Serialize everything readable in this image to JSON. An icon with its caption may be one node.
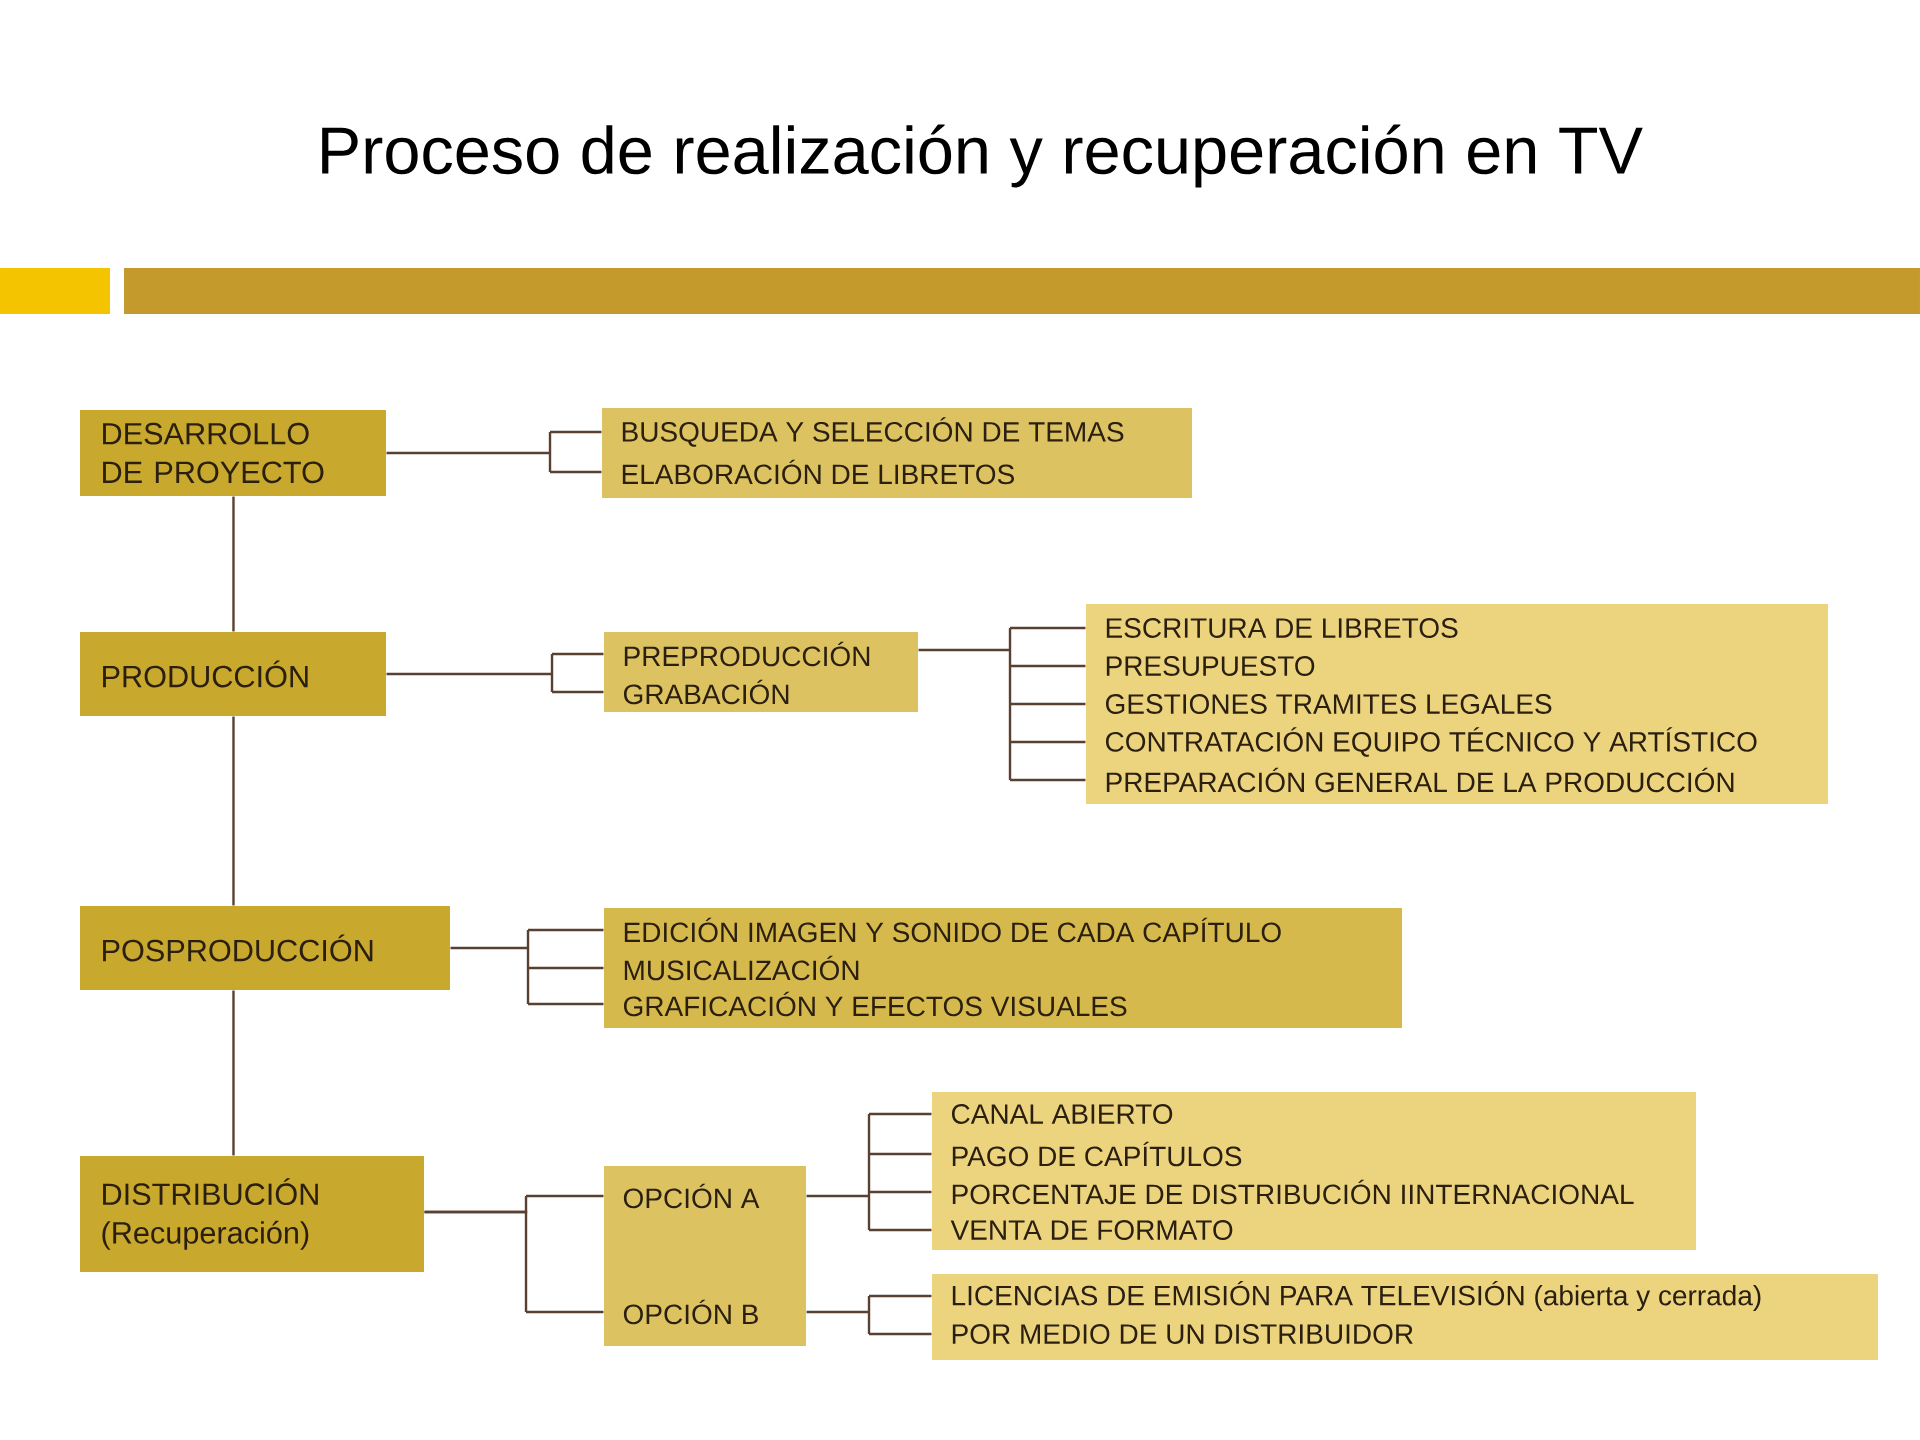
{
  "diagram": {
    "title": "Proceso de realización y recuperación en TV",
    "nodes": [
      {
        "text": [
          "DESARROLLO DE PROYECTO"
        ]
      },
      {
        "text": [
          "BUSQUEDA Y SELECCIÓN DE TEMAS",
          "ELABORACIÓN DE LIBRETOS"
        ]
      },
      {
        "text": [
          "PRODUCCIÓN"
        ]
      },
      {
        "text": [
          "PREPRODUCCIÓN",
          "GRABACIÓN"
        ]
      },
      {
        "text": [
          "ESCRITURA DE LIBRETOS",
          "PRESUPUESTO",
          "GESTIONES TRAMITES LEGALES",
          "CONTRATACIÓN EQUIPO TÉCNICO Y ARTÍSTICO",
          "PREPARACIÓN GENERAL DE LA PRODUCCIÓN"
        ]
      },
      {
        "text": [
          "POSPRODUCCIÓN"
        ]
      },
      {
        "text": [
          "EDICIÓN IMAGEN Y SONIDO DE CADA CAPÍTULO",
          "MUSICALIZACIÓN",
          "GRAFICACIÓN Y EFECTOS VISUALES"
        ]
      },
      {
        "text": [
          "DISTRIBUCIÓN (Recuperación)"
        ]
      },
      {
        "text": [],
        "shape": "box"
      },
      {
        "text": [
          "OPCIÓN A"
        ],
        "in": 8
      },
      {
        "text": [
          "OPCIÓN B"
        ],
        "in": 8
      },
      {
        "text": [
          "CANAL ABIERTO",
          "PAGO DE CAPÍTULOS",
          "PORCENTAJE DE DISTRIBUCIÓN IINTERNACIONAL",
          "VENTA DE FORMATO"
        ]
      },
      {
        "text": [
          "LICENCIAS DE EMISIÓN PARA TELEVISIÓN (abierta y cerrada)",
          "POR MEDIO DE UN DISTRIBUIDOR"
        ]
      }
    ],
    "edges": [
      {
        "from": 0,
        "to": 1,
        "arrow": "none"
      },
      {
        "from": 2,
        "to": 3,
        "arrow": "none"
      },
      {
        "from": 3,
        "to": 4,
        "arrow": "none"
      },
      {
        "from": 5,
        "to": 6,
        "arrow": "none"
      },
      {
        "from": 7,
        "to": 9,
        "arrow": "none"
      },
      {
        "from": 7,
        "to": 10,
        "arrow": "none"
      },
      {
        "from": 9,
        "to": 11,
        "arrow": "none"
      },
      {
        "from": 10,
        "to": 12,
        "arrow": "none"
      },
      {
        "from": 0,
        "to": 2,
        "arrow": "none"
      },
      {
        "from": 2,
        "to": 5,
        "arrow": "none"
      },
      {
        "from": 5,
        "to": 7,
        "arrow": "none"
      }
    ]
  }
}
